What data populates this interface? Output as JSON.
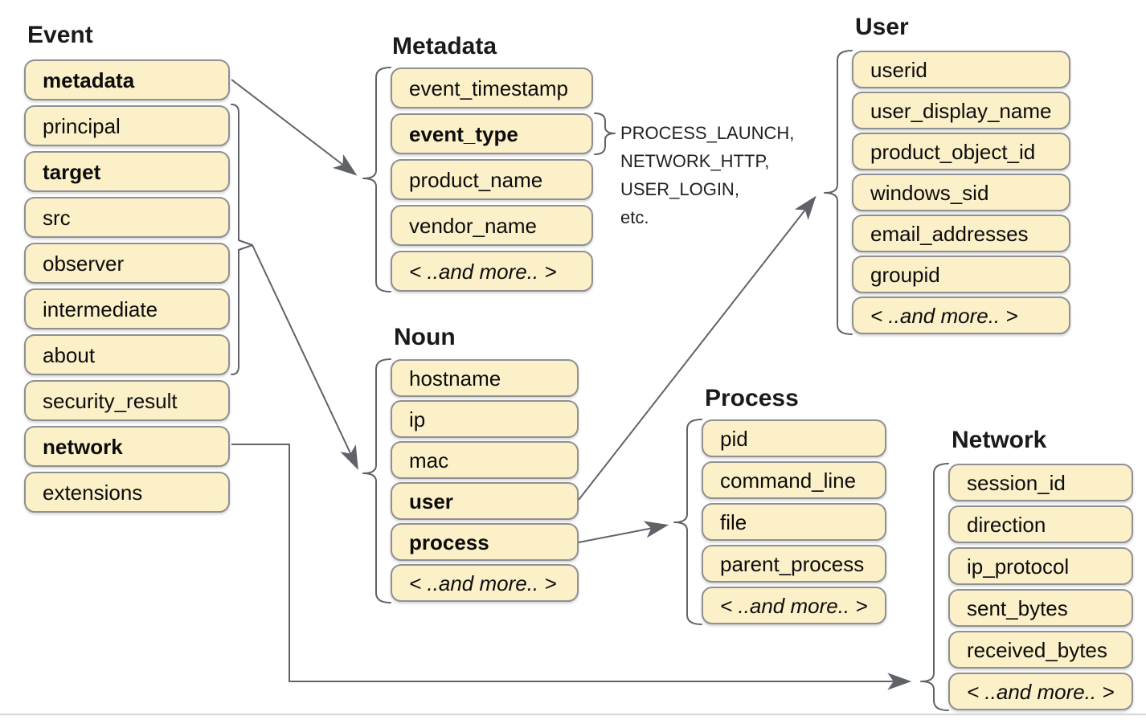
{
  "colors": {
    "box_fill": "#fcf0c8",
    "box_border": "#8f9093",
    "connector": "#5f6368",
    "divider": "#d9dadb"
  },
  "groups": [
    {
      "title": "Event",
      "items": [
        {
          "label": "metadata",
          "bold": true
        },
        {
          "label": "principal"
        },
        {
          "label": "target",
          "bold": true
        },
        {
          "label": "src"
        },
        {
          "label": "observer"
        },
        {
          "label": "intermediate"
        },
        {
          "label": "about"
        },
        {
          "label": "security_result"
        },
        {
          "label": "network",
          "bold": true
        },
        {
          "label": "extensions"
        }
      ]
    },
    {
      "title": "Metadata",
      "items": [
        {
          "label": "event_timestamp"
        },
        {
          "label": "event_type",
          "bold": true
        },
        {
          "label": "product_name"
        },
        {
          "label": "vendor_name"
        },
        {
          "label": "< ..and more.. >",
          "italic": true
        }
      ]
    },
    {
      "title": "Noun",
      "items": [
        {
          "label": "hostname"
        },
        {
          "label": "ip"
        },
        {
          "label": "mac"
        },
        {
          "label": "user",
          "bold": true
        },
        {
          "label": "process",
          "bold": true
        },
        {
          "label": "< ..and more.. >",
          "italic": true
        }
      ]
    },
    {
      "title": "User",
      "items": [
        {
          "label": "userid"
        },
        {
          "label": "user_display_name"
        },
        {
          "label": "product_object_id"
        },
        {
          "label": "windows_sid"
        },
        {
          "label": "email_addresses"
        },
        {
          "label": "groupid"
        },
        {
          "label": "< ..and more.. >",
          "italic": true
        }
      ]
    },
    {
      "title": "Process",
      "items": [
        {
          "label": "pid"
        },
        {
          "label": "command_line"
        },
        {
          "label": "file"
        },
        {
          "label": "parent_process"
        },
        {
          "label": "< ..and more.. >",
          "italic": true
        }
      ]
    },
    {
      "title": "Network",
      "items": [
        {
          "label": "session_id"
        },
        {
          "label": "direction"
        },
        {
          "label": "ip_protocol"
        },
        {
          "label": "sent_bytes"
        },
        {
          "label": "received_bytes"
        },
        {
          "label": "< ..and more.. >",
          "italic": true
        }
      ]
    }
  ],
  "annotation": {
    "lines": [
      "PROCESS_LAUNCH,",
      "NETWORK_HTTP,",
      "USER_LOGIN,",
      "etc."
    ]
  }
}
